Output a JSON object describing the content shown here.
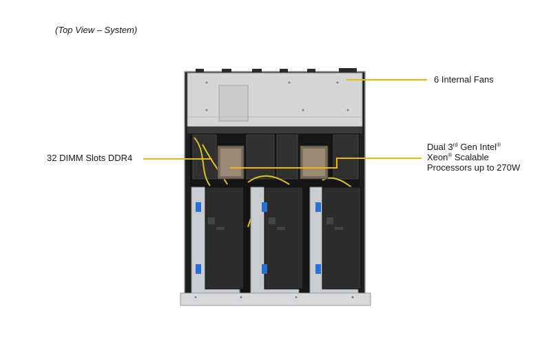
{
  "caption": "(Top View – System)",
  "leader_color": "#f2b705",
  "labels": {
    "fans": "6 Internal  Fans",
    "dimm": "32 DIMM Slots DDR4",
    "cpu_line1_a": "Dual 3",
    "cpu_line1_sup": "rd",
    "cpu_line1_b": " Gen Intel",
    "cpu_line1_reg": "®",
    "cpu_line2_a": "Xeon",
    "cpu_line2_reg": "®",
    "cpu_line2_b": " Scalable",
    "cpu_line3": "Processors up to 270W"
  }
}
